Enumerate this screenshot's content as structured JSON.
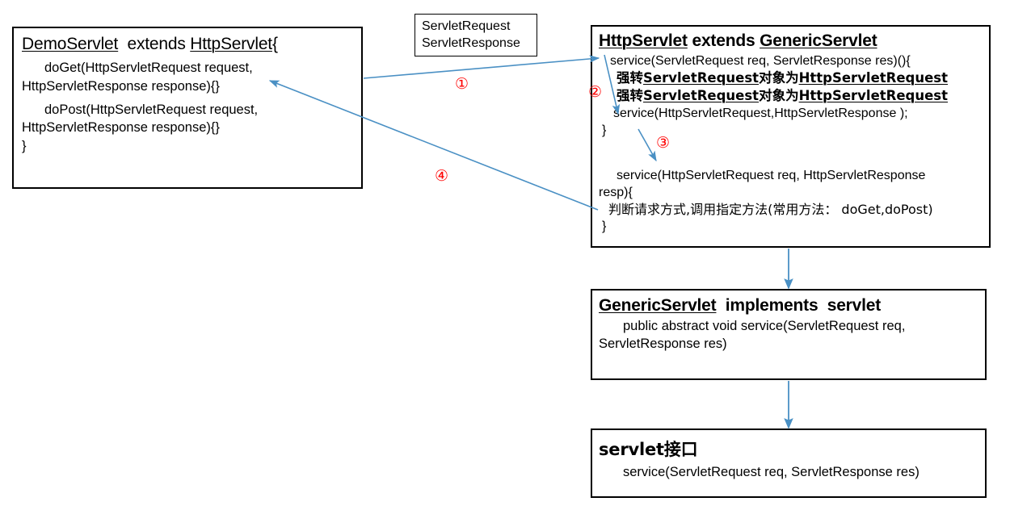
{
  "diagram": {
    "title": "Servlet inheritance / request-dispatch flow diagram",
    "accent_color": "#4a90c4",
    "marker_color": "#ff0000",
    "box_border_color": "#000000",
    "spellcheck_underline_color": "#ff2d2d"
  },
  "boxes": {
    "demoservlet": {
      "header": "DemoServlet  extends HttpServlet{",
      "header_parts": {
        "class_name": "DemoServlet",
        "keyword": "extends",
        "super_name": "HttpServlet",
        "brace": "{"
      },
      "lines": [
        "doGet(HttpServletRequest request,",
        "HttpServletResponse response){}",
        "doPost(HttpServletRequest request,",
        "HttpServletResponse response){}",
        "}"
      ]
    },
    "servletreqres": {
      "lines": [
        "ServletRequest",
        "ServletResponse"
      ]
    },
    "httpservlet": {
      "header": "HttpServlet extends GenericServlet",
      "header_parts": {
        "class_name": "HttpServlet",
        "keyword": "extends",
        "super_name": "GenericServlet"
      },
      "line_1": "service(ServletRequest req, ServletResponse res)(){",
      "cn_line_1": {
        "prefix": "强转",
        "type_a": "ServletRequest",
        "middle": "对象为",
        "type_b": "HttpServletRequest"
      },
      "cn_line_2": {
        "prefix": "强转",
        "type_a": "ServletRequest",
        "middle": "对象为",
        "type_b": "HttpServletRequest"
      },
      "line_2": "service(HttpServletRequest,HttpServletResponse );",
      "line_3": "}",
      "line_4": "service(HttpServletRequest req, HttpServletResponse",
      "line_5": "resp){",
      "cn_line_3": "判断请求方式,调用指定方法(常用方法： doGet,doPost)",
      "line_6": "}"
    },
    "genericservlet": {
      "header": "GenericServlet  implements  servlet",
      "header_parts": {
        "class_name": "GenericServlet",
        "keyword": "implements",
        "interface_name": "servlet"
      },
      "line_1": "public abstract void service(ServletRequest req,",
      "line_2": "ServletResponse res)"
    },
    "servletinterface": {
      "header": "servlet接口",
      "header_parts": {
        "name": "servlet",
        "suffix": "接口"
      },
      "line_1": "service(ServletRequest req, ServletResponse res)"
    }
  },
  "markers": [
    {
      "id": "1",
      "label": "①"
    },
    {
      "id": "2",
      "label": "②"
    },
    {
      "id": "3",
      "label": "③"
    },
    {
      "id": "4",
      "label": "④"
    }
  ],
  "connectors": [
    {
      "name": "demoservlet-to-httpservlet",
      "marker": "①",
      "direction": "right"
    },
    {
      "name": "httpservlet-service-cast",
      "marker": "②",
      "direction": "down"
    },
    {
      "name": "httpservlet-service-dispatch",
      "marker": "③",
      "direction": "down"
    },
    {
      "name": "httpservlet-back-to-demoservlet",
      "marker": "④",
      "direction": "up-left"
    },
    {
      "name": "httpservlet-to-genericservlet",
      "marker": "",
      "direction": "down"
    },
    {
      "name": "genericservlet-to-servletinterface",
      "marker": "",
      "direction": "down"
    }
  ]
}
